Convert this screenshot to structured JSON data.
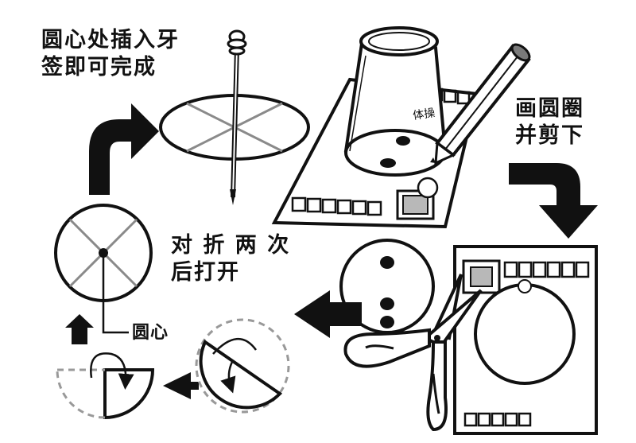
{
  "steps": {
    "draw_cut": {
      "line1": "画圆圈",
      "line2": "并剪下"
    },
    "fold": {
      "line1": "对 折 两 次",
      "line2": "后打开"
    },
    "center": {
      "label": "圆心"
    },
    "insert": {
      "line1": "圆心处插入牙",
      "line2": "签即可完成"
    }
  },
  "cup": {
    "bottom_text": "体操"
  },
  "colors": {
    "ink": "#111111",
    "fold_line": "#8a8a8a",
    "patch": "#b8b8b8",
    "dashed": "#999999"
  },
  "icons": [
    "arrow-icon",
    "pencil-icon",
    "scissors-icon",
    "toothpick-icon",
    "cup-icon"
  ]
}
